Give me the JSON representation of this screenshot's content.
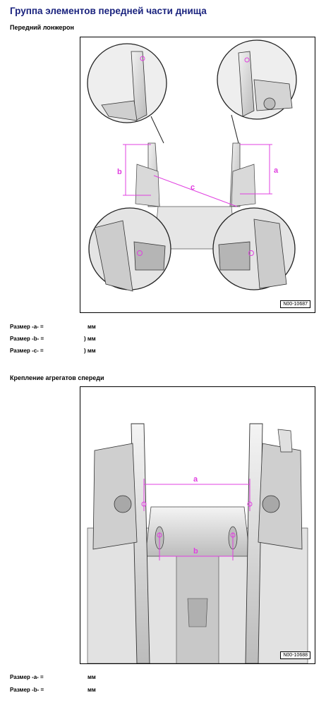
{
  "page_title": "Группа элементов передней части днища",
  "section1": {
    "heading": "Передний лонжерон",
    "figure_no": "N00-10687",
    "dim_labels": [
      "a",
      "b",
      "c"
    ],
    "rows": [
      {
        "label": "Размер -a- =",
        "value": "мм"
      },
      {
        "label": "Размер -b- =",
        "value": ") мм"
      },
      {
        "label": "Размер -c- =",
        "value": ") мм"
      }
    ]
  },
  "section2": {
    "heading": "Крепление агрегатов спереди",
    "figure_no": "N00-10688",
    "dim_labels": [
      "a",
      "b"
    ],
    "rows": [
      {
        "label": "Размер -a- =",
        "value": "мм"
      },
      {
        "label": "Размер -b- =",
        "value": "мм"
      }
    ]
  },
  "colors": {
    "title": "#1a237e",
    "dimension": "#e040e0"
  }
}
